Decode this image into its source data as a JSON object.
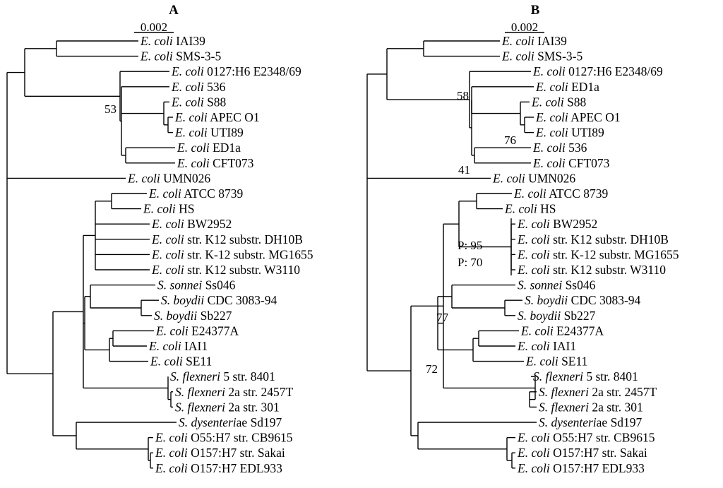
{
  "panels": [
    {
      "label": "A",
      "scale": "0.002",
      "leaves": [
        {
          "genus": "E. coli",
          "strain": "IAI39"
        },
        {
          "genus": "E. coli",
          "strain": "SMS-3-5"
        },
        {
          "genus": "E. coli",
          "strain": "0127:H6 E2348/69"
        },
        {
          "genus": "E. coli",
          "strain": "536"
        },
        {
          "genus": "E. coli",
          "strain": "S88"
        },
        {
          "genus": "E. coli",
          "strain": "APEC O1"
        },
        {
          "genus": "E. coli",
          "strain": "UTI89"
        },
        {
          "genus": "E. coli",
          "strain": "ED1a"
        },
        {
          "genus": "E. coli",
          "strain": "CFT073"
        },
        {
          "genus": "E. coli",
          "strain": "UMN026"
        },
        {
          "genus": "E. coli",
          "strain": "ATCC 8739"
        },
        {
          "genus": "E. coli",
          "strain": "HS"
        },
        {
          "genus": "E. coli",
          "strain": "BW2952"
        },
        {
          "genus": "E. coli",
          "strain": "str. K12 substr. DH10B"
        },
        {
          "genus": "E. coli",
          "strain": "str. K-12 substr. MG1655"
        },
        {
          "genus": "E. coli",
          "strain": "str. K12 substr. W3110"
        },
        {
          "genus": "S. sonnei",
          "strain": "Ss046"
        },
        {
          "genus": "S. boydii",
          "strain": "CDC 3083-94"
        },
        {
          "genus": "S. boydii",
          "strain": "Sb227"
        },
        {
          "genus": "E. coli",
          "strain": "E24377A"
        },
        {
          "genus": "E. coli",
          "strain": "IAI1"
        },
        {
          "genus": "E. coli",
          "strain": "SE11"
        },
        {
          "genus": "S. flexneri",
          "strain": "5 str. 8401"
        },
        {
          "genus": "S. flexneri",
          "strain": "2a str. 2457T"
        },
        {
          "genus": "S. flexneri",
          "strain": "2a str. 301"
        },
        {
          "genus": "S. dysenteri",
          "strain": "ae Sd197"
        },
        {
          "genus": "E. coli",
          "strain": "O55:H7 str. CB9615"
        },
        {
          "genus": "E. coli",
          "strain": "O157:H7 str. Sakai"
        },
        {
          "genus": "E. coli",
          "strain": "O157:H7 EDL933"
        }
      ],
      "support": [
        "53"
      ]
    },
    {
      "label": "B",
      "scale": "0.002",
      "leaves": [
        {
          "genus": "E. coli",
          "strain": "IAI39"
        },
        {
          "genus": "E. coli",
          "strain": "SMS-3-5"
        },
        {
          "genus": "E. coli",
          "strain": "0127:H6 E2348/69"
        },
        {
          "genus": "E. coli",
          "strain": "ED1a"
        },
        {
          "genus": "E. coli",
          "strain": "S88"
        },
        {
          "genus": "E. coli",
          "strain": "APEC O1"
        },
        {
          "genus": "E. coli",
          "strain": "UTI89"
        },
        {
          "genus": "E. coli",
          "strain": "536"
        },
        {
          "genus": "E. coli",
          "strain": "CFT073"
        },
        {
          "genus": "E. coli",
          "strain": "UMN026"
        },
        {
          "genus": "E. coli",
          "strain": "ATCC 8739"
        },
        {
          "genus": "E. coli",
          "strain": "HS"
        },
        {
          "genus": "E. coli",
          "strain": "BW2952"
        },
        {
          "genus": "E. coli",
          "strain": "str. K12 substr. DH10B"
        },
        {
          "genus": "E. coli",
          "strain": "str. K-12 substr. MG1655"
        },
        {
          "genus": "E. coli",
          "strain": "str. K12 substr. W3110"
        },
        {
          "genus": "S. sonnei",
          "strain": "Ss046"
        },
        {
          "genus": "S. boydii",
          "strain": "CDC 3083-94"
        },
        {
          "genus": "S. boydii",
          "strain": "Sb227"
        },
        {
          "genus": "E. coli",
          "strain": "E24377A"
        },
        {
          "genus": "E. coli",
          "strain": "IAI1"
        },
        {
          "genus": "E. coli",
          "strain": "SE11"
        },
        {
          "genus": "S. flexneri",
          "strain": "5 str. 8401"
        },
        {
          "genus": "S. flexneri",
          "strain": "2a str. 2457T"
        },
        {
          "genus": "S. flexneri",
          "strain": "2a str. 301"
        },
        {
          "genus": "S. dysenteri",
          "strain": "ae Sd197"
        },
        {
          "genus": "E. coli",
          "strain": "O55:H7 str. CB9615"
        },
        {
          "genus": "E. coli",
          "strain": "O157:H7 str. Sakai"
        },
        {
          "genus": "E. coli",
          "strain": "O157:H7 EDL933"
        }
      ],
      "support": [
        "58",
        "76",
        "41",
        "P: 95",
        "P: 70",
        "77",
        "72"
      ]
    }
  ]
}
